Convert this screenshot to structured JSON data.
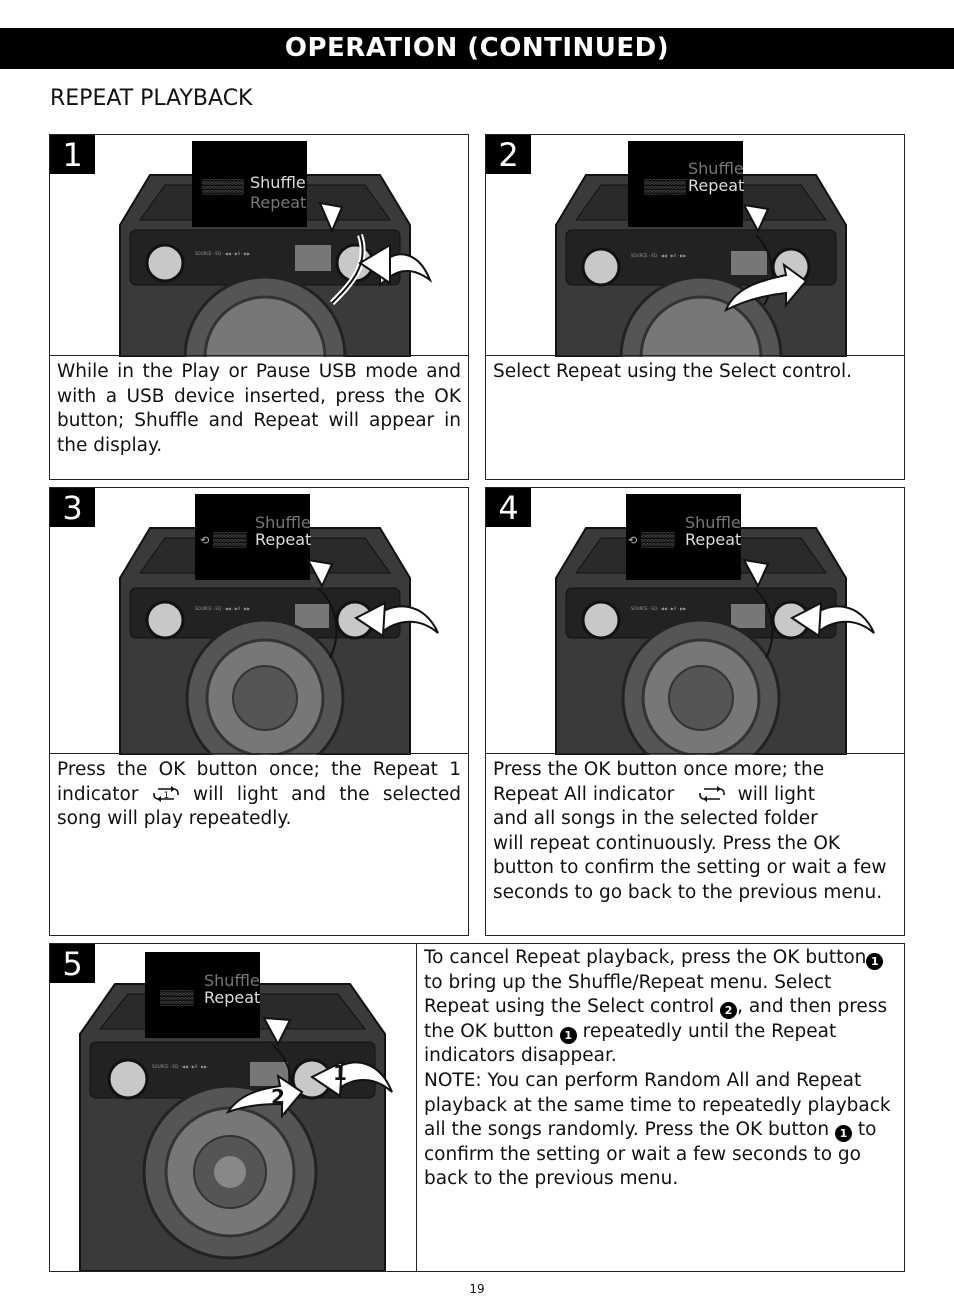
{
  "header": {
    "title": "OPERATION (CONTINUED)"
  },
  "section": {
    "title": "REPEAT PLAYBACK"
  },
  "display": {
    "shuffle": "Shuffle",
    "repeat": "Repeat"
  },
  "steps": [
    {
      "num": "1",
      "text": "While in the Play or Pause USB mode and with a USB device inserted, press the OK button; Shuffle and Repeat will appear in the display."
    },
    {
      "num": "2",
      "text": "Select Repeat using the Select control."
    },
    {
      "num": "3",
      "text_a": "Press the OK button once; the Repeat 1 indicator",
      "text_b": "will light and the selected song will play repeatedly."
    },
    {
      "num": "4",
      "line1": "Press the OK button once more; the",
      "line2a": "Repeat All indicator",
      "line2b": "will light",
      "line3": "and all songs in the selected folder",
      "rest": "will repeat continuously. Press the OK button to confirm the setting or wait a few seconds to go back to the previous menu."
    },
    {
      "num": "5",
      "a": "To cancel Repeat playback, press the OK button",
      "b": "to bring up the Shuffle/Repeat menu. Select Repeat using the Select control",
      "c": ", and then press the OK button",
      "d": "repeatedly until the Repeat indicators disappear.",
      "note": "NOTE: You can perform Random All and Repeat playback at the same time to repeatedly playback all the songs randomly. Press the OK button",
      "e": "to confirm the setting or wait a few seconds to go back to the previous menu.",
      "badge1": "1",
      "badge2": "2",
      "arrow1": "1",
      "arrow2": "2"
    }
  ],
  "panel_labels": {
    "source": "SOURCE",
    "eq": "EQ"
  },
  "page": {
    "number": "19"
  },
  "colors": {
    "speaker_body": "#3a3a3a",
    "display_bg": "#000000",
    "knob": "#c8c8c8"
  }
}
